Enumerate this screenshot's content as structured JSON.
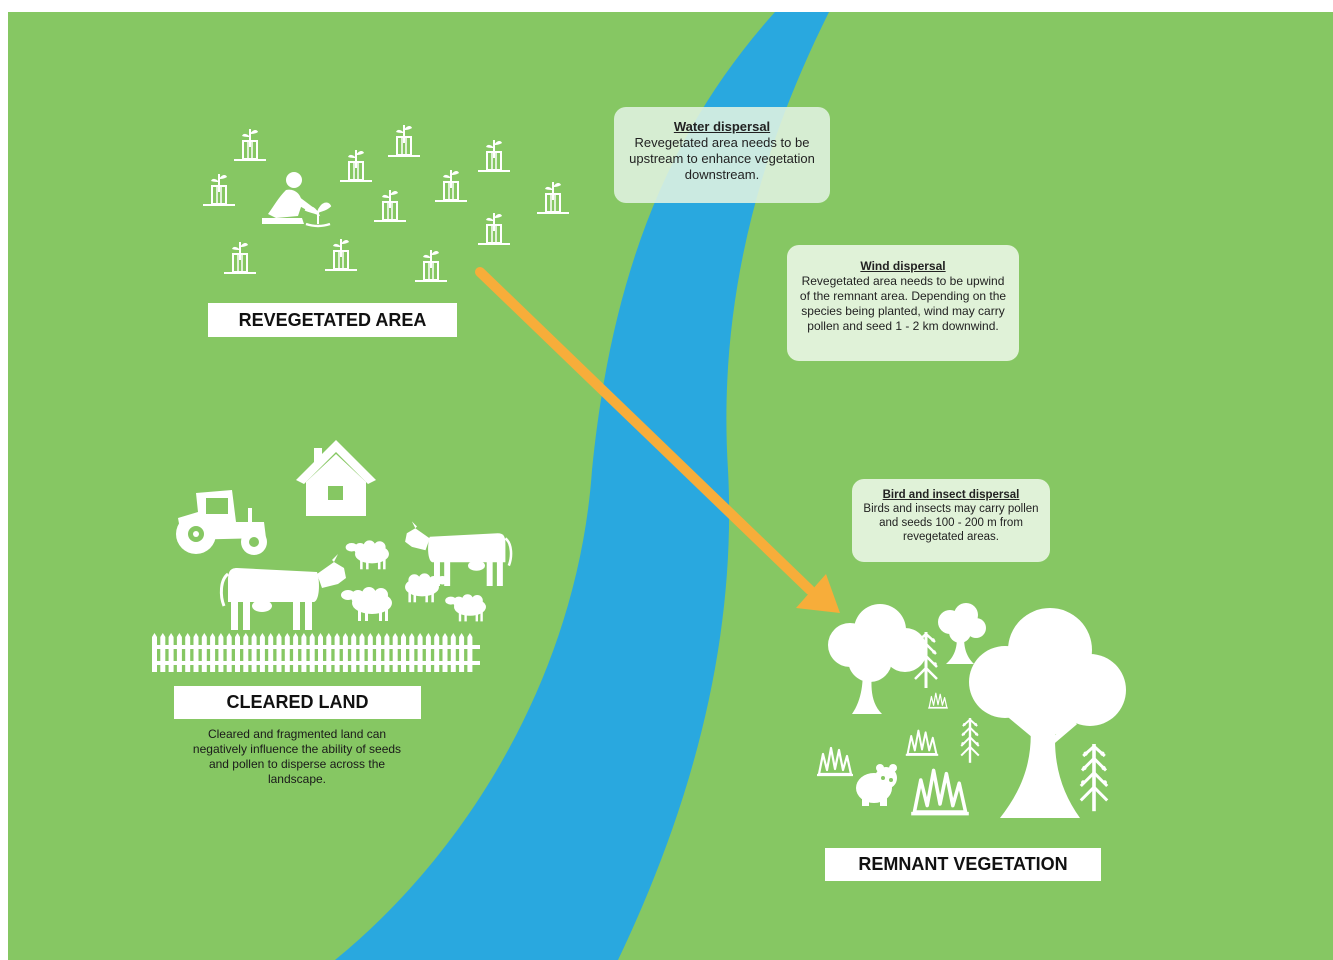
{
  "colors": {
    "grass": "#86c763",
    "river": "#29a8df",
    "arrow": "#f7ad3a",
    "icon": "#ffffff",
    "box_bg": "#e8f5e2"
  },
  "labels": {
    "revegetated_area": "REVEGETATED AREA",
    "cleared_land": "CLEARED LAND",
    "remnant_vegetation": "REMNANT VEGETATION"
  },
  "cleared_land_desc": "Cleared and fragmented land can negatively influence the ability of seeds and pollen to disperse across the landscape.",
  "water_dispersal": {
    "title": "Water dispersal",
    "text": "Revegetated area needs to be upstream to enhance vegetation downstream."
  },
  "wind_dispersal": {
    "title": "Wind dispersal",
    "text": "Revegetated area needs to be upwind of the remnant area. Depending on the species being planted, wind may carry pollen and seed 1 - 2 km downwind."
  },
  "bird_dispersal": {
    "title": "Bird and insect dispersal",
    "text": "Birds and insects may carry pollen and seeds 100 - 200 m from revegetated areas."
  },
  "icons": [
    "seedling-planting-icon",
    "gardener-icon",
    "tractor-icon",
    "house-icon",
    "cow-icon",
    "sheep-icon",
    "fence-icon",
    "tree-icon",
    "shrub-icon",
    "grass-tuft-icon",
    "wombat-icon",
    "arrow-icon"
  ]
}
